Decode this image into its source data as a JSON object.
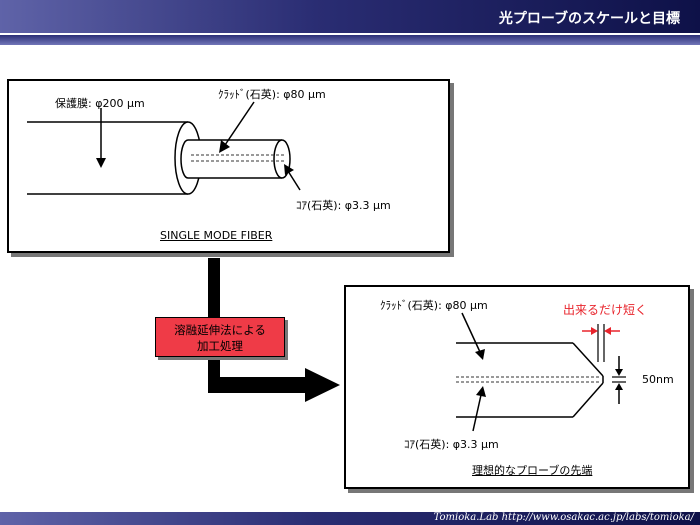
{
  "header": {
    "title": "光プローブのスケールと目標"
  },
  "footer": {
    "text": "Tomioka.Lab   http://www.osakac.ac.jp/labs/tomioka/"
  },
  "fiber": {
    "coating_label": "保護膜: φ200 μm",
    "cladding_label": "ｸﾗｯﾄﾞ(石英): φ80 μm",
    "core_label": "ｺｱ(石英): φ3.3 μm",
    "caption": "SINGLE MODE FIBER"
  },
  "process": {
    "line1": "溶融延伸法による",
    "line2": "加工処理"
  },
  "probe": {
    "cladding_label": "ｸﾗｯﾄﾞ(石英): φ80 μm",
    "core_label": "ｺｱ(石英): φ3.3 μm",
    "short_label": "出来るだけ短く",
    "tip_label": "50nm",
    "caption": "理想的なプローブの先端"
  }
}
